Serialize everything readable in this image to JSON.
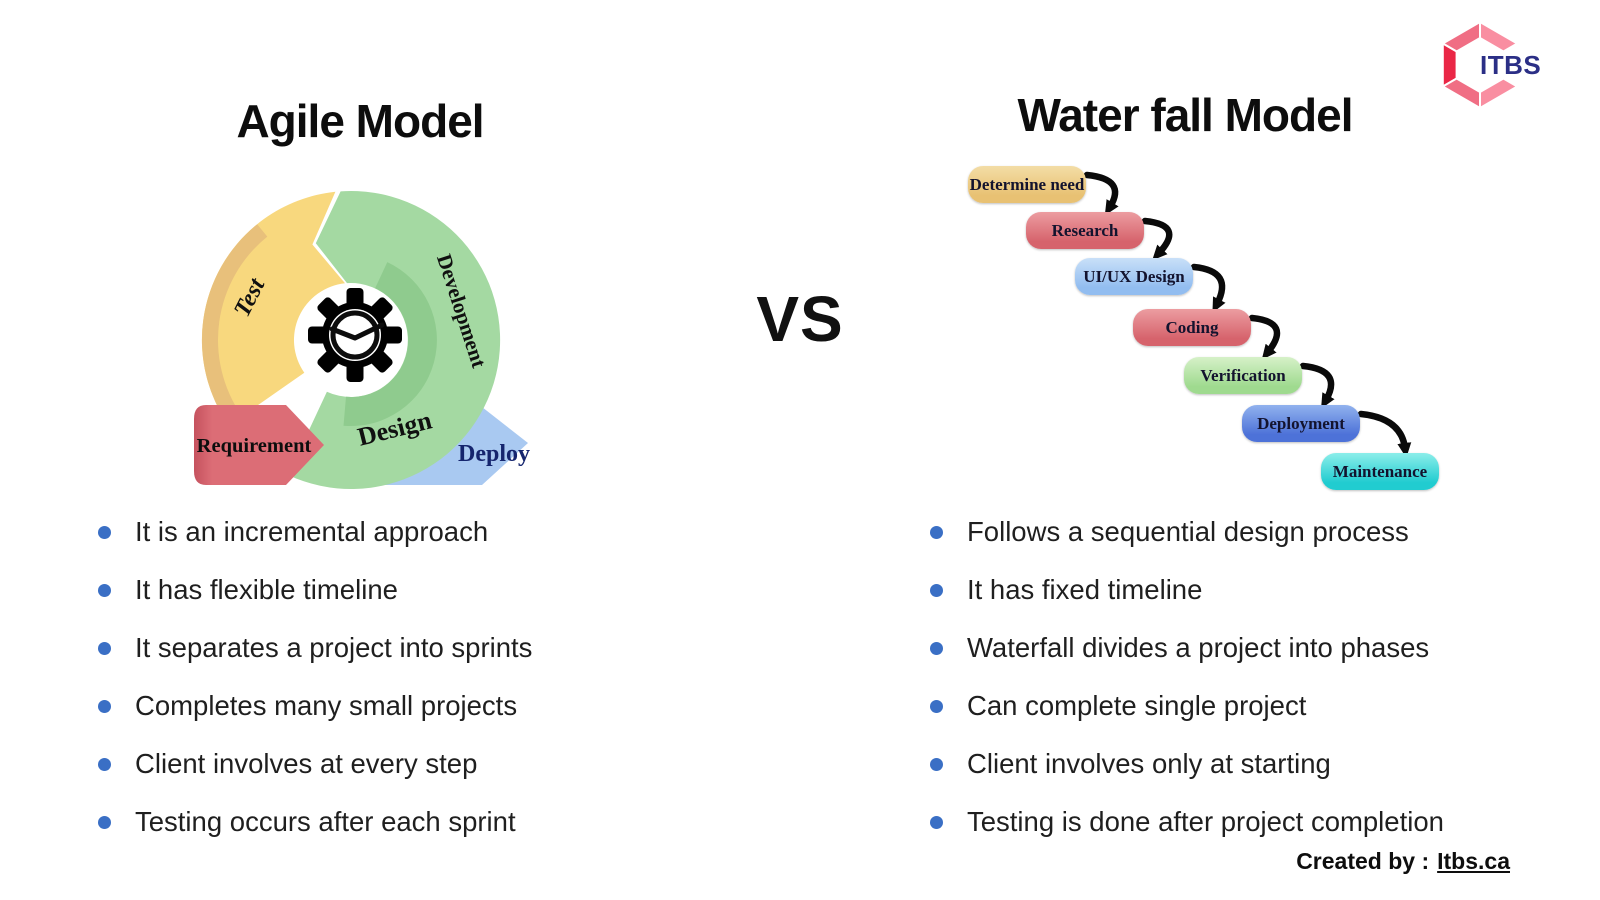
{
  "header": {
    "agile_title": "Agile Model",
    "waterfall_title": "Water fall Model",
    "vs": "VS"
  },
  "logo": {
    "text": "ITBS",
    "text_color": "#2b2f86",
    "hex_pink": "#f06e84",
    "hex_pink_light": "#f98ea1",
    "hex_red": "#ea2746"
  },
  "agile": {
    "cycle": {
      "test_label": "Test",
      "development_label": "Development",
      "design_label": "Design",
      "requirement_label": "Requirement",
      "deploy_label": "Deploy",
      "yellow": "#f8d87e",
      "yellow_rim": "#e8c07b",
      "green": "#a4d9a2",
      "green_shade": "#8fcb8e",
      "red": "#dc6d76",
      "red_rim": "#c5525e",
      "blue": "#a9c9f1",
      "deploy_text_color": "#15256e",
      "gear_color": "#6d6d6d"
    },
    "points": [
      "It is an incremental approach",
      "It has flexible timeline",
      "It separates a project into sprints",
      "Completes many small projects",
      "Client involves at every step",
      "Testing occurs after each sprint"
    ]
  },
  "waterfall": {
    "steps": [
      {
        "label": "Determine need",
        "top": "#f3dda6",
        "bottom": "#e8c173"
      },
      {
        "label": "Research",
        "top": "#ec9da1",
        "bottom": "#d6636c"
      },
      {
        "label": "UI/UX Design",
        "top": "#c9e0f8",
        "bottom": "#92bdf0"
      },
      {
        "label": "Coding",
        "top": "#ec9da1",
        "bottom": "#d6636c"
      },
      {
        "label": "Verification",
        "top": "#d6f1c8",
        "bottom": "#9fda8f"
      },
      {
        "label": "Deployment",
        "top": "#91b2ee",
        "bottom": "#4d72d8"
      },
      {
        "label": "Maintenance",
        "top": "#8ceeea",
        "bottom": "#21ccd0"
      }
    ],
    "points": [
      "Follows a sequential design process",
      "It has fixed timeline",
      "Waterfall divides a project into phases",
      "Can complete single project",
      "Client involves only at starting",
      "Testing is done after project completion"
    ]
  },
  "footer": {
    "label": "Created by :",
    "site": "Itbs.ca"
  },
  "bullet_color": "#3a6fc5",
  "arrow_color": "#0a0a0a"
}
